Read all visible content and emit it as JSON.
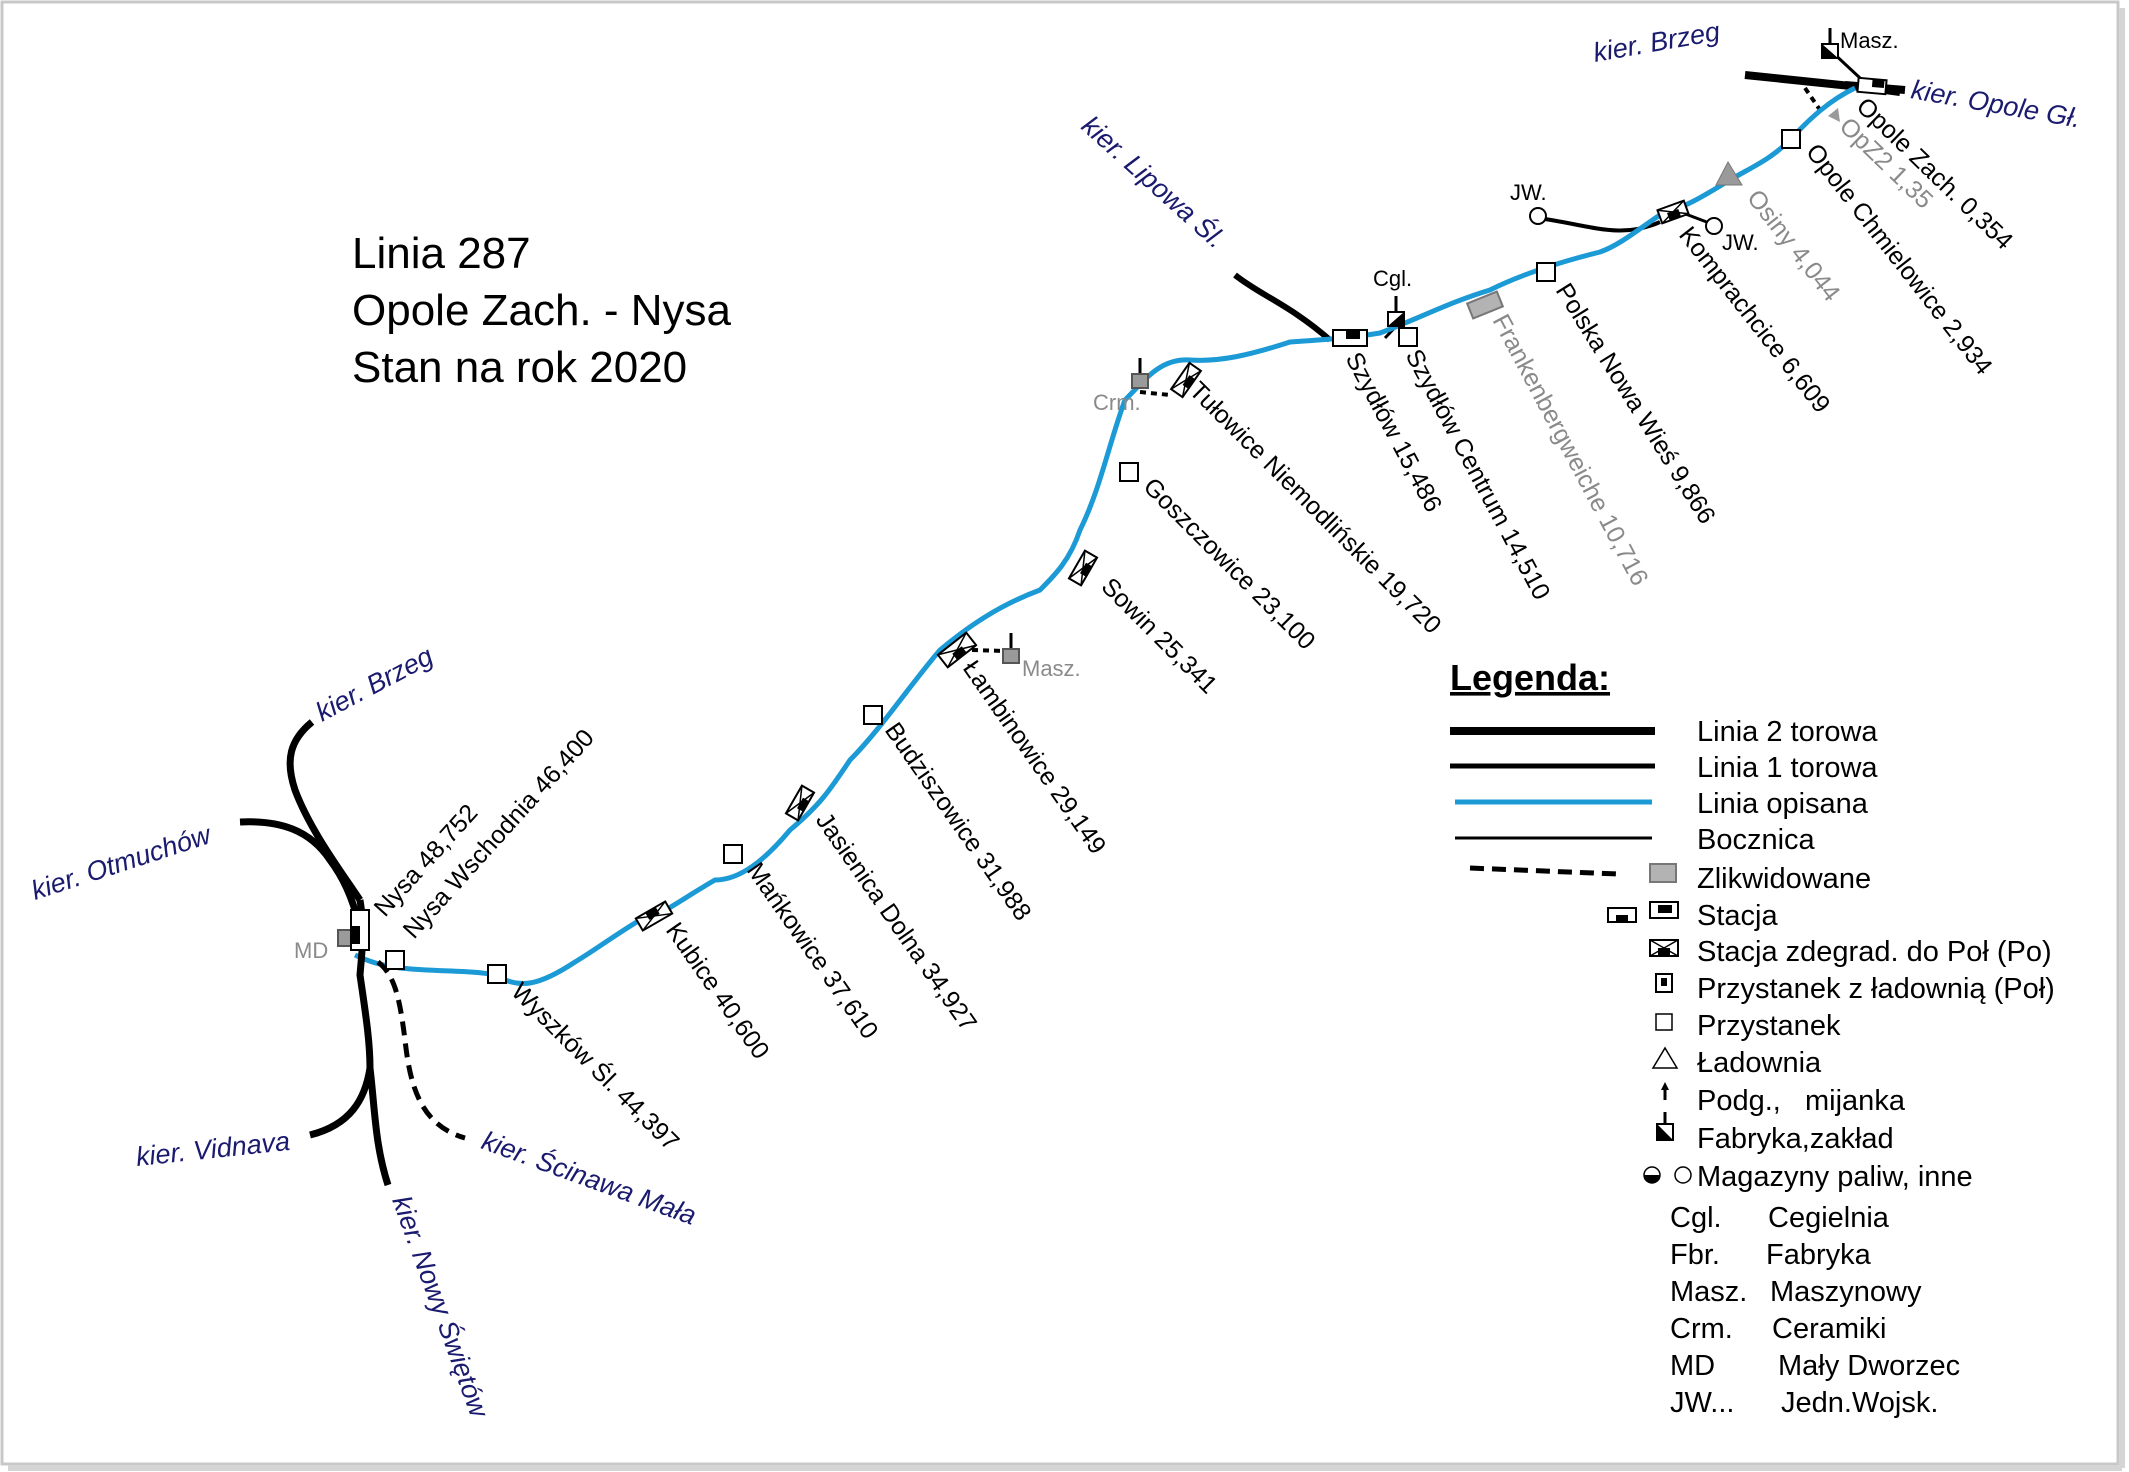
{
  "title": {
    "line1": "Linia 287",
    "line2": "Opole Zach. - Nysa",
    "line3": "Stan na rok 2020"
  },
  "colors": {
    "described_line": "#1b9ad6",
    "track": "#000000",
    "liquidated": "#b3b3b3",
    "direction_text": "#1a1a6e",
    "liquidated_text": "#8a8a8a"
  },
  "directions": {
    "brzeg_top": "kier. Brzeg",
    "opole_gl": "kier. Opole Gł.",
    "lipowa": "kier. Lipowa Śl.",
    "brzeg_bottom": "kier. Brzeg",
    "otmuchow": "kier. Otmuchów",
    "vidnava": "kier. Vidnava",
    "scinawa": "kier. Ścinawa Mała",
    "nowy_swietow": "kier. Nowy Świętów"
  },
  "stations": [
    {
      "id": "opole-zach",
      "label": "Opole Zach. 0,354",
      "type": "stacja"
    },
    {
      "id": "opz2",
      "label": "OpZ2 1,35",
      "type": "posterunek-zlikwidowany"
    },
    {
      "id": "opole-chmielowice",
      "label": "Opole Chmielowice 2,934",
      "type": "przystanek"
    },
    {
      "id": "osiny",
      "label": "Osiny 4,044",
      "type": "ladownia-zlikwidowana"
    },
    {
      "id": "komprachcice",
      "label": "Komprachcice 6,609",
      "type": "stacja-zdegradowana"
    },
    {
      "id": "polska-nowa-wies",
      "label": "Polska Nowa Wieś 9,866",
      "type": "przystanek"
    },
    {
      "id": "frankenbergweiche",
      "label": "Frankenbergweiche 10,716",
      "type": "zlikwidowane"
    },
    {
      "id": "szydlow-centrum",
      "label": "Szydłów Centrum 14,510",
      "type": "przystanek"
    },
    {
      "id": "szydlow",
      "label": "Szydłów 15,486",
      "type": "stacja"
    },
    {
      "id": "tulowice",
      "label": "Tułowice Niemodlińskie 19,720",
      "type": "stacja-zdegradowana"
    },
    {
      "id": "goszczowice",
      "label": "Goszczowice 23,100",
      "type": "przystanek"
    },
    {
      "id": "sowin",
      "label": "Sowin 25,341",
      "type": "stacja-zdegradowana"
    },
    {
      "id": "lambinowice",
      "label": "Łambinowice 29,149",
      "type": "stacja-zdegradowana"
    },
    {
      "id": "budziszowice",
      "label": "Budziszowice 31,988",
      "type": "przystanek"
    },
    {
      "id": "jasienica",
      "label": "Jasienica Dolna 34,927",
      "type": "stacja-zdegradowana"
    },
    {
      "id": "mankowice",
      "label": "Mańkowice 37,610",
      "type": "przystanek"
    },
    {
      "id": "kubice",
      "label": "Kubice 40,600",
      "type": "stacja-zdegradowana"
    },
    {
      "id": "wyszkow",
      "label": "Wyszków Śl. 44,397",
      "type": "przystanek"
    },
    {
      "id": "nysa-wschodnia",
      "label": "Nysa Wschodnia 46,400",
      "type": "przystanek"
    },
    {
      "id": "nysa",
      "label": "Nysa 48,752",
      "type": "stacja"
    }
  ],
  "sidings": {
    "masz_top": "Masz.",
    "jw_left": "JW.",
    "jw_right": "JW.",
    "cgl": "Cgl.",
    "crm": "Crm.",
    "masz_mid": "Masz.",
    "md": "MD"
  },
  "legend": {
    "title": "Legenda:",
    "items": [
      {
        "symbol": "line-double",
        "label": "Linia 2 torowa"
      },
      {
        "symbol": "line-single",
        "label": "Linia 1 torowa"
      },
      {
        "symbol": "line-described",
        "label": "Linia opisana"
      },
      {
        "symbol": "line-siding",
        "label": "Bocznica"
      },
      {
        "symbol": "line-dashed",
        "label": ""
      },
      {
        "symbol": "liquidated-box",
        "label": "Zlikwidowane"
      },
      {
        "symbol": "station",
        "label": "Stacja"
      },
      {
        "symbol": "station-degraded",
        "label": "Stacja zdegrad. do Poł (Po)"
      },
      {
        "symbol": "stop-loading",
        "label": "Przystanek z ładownią (Poł)"
      },
      {
        "symbol": "stop",
        "label": "Przystanek"
      },
      {
        "symbol": "loading",
        "label": "Ładownia"
      },
      {
        "symbol": "signal",
        "label": "Podg.,   mijanka"
      },
      {
        "symbol": "factory",
        "label": "Fabryka,zakład"
      },
      {
        "symbol": "fuel",
        "label": "Magazyny paliw, inne"
      }
    ],
    "abbreviations": [
      {
        "abbr": "Cgl.",
        "meaning": "Cegielnia"
      },
      {
        "abbr": "Fbr.",
        "meaning": "Fabryka"
      },
      {
        "abbr": "Masz.",
        "meaning": "Maszynowy"
      },
      {
        "abbr": "Crm.",
        "meaning": "Ceramiki"
      },
      {
        "abbr": "MD",
        "meaning": "Mały Dworzec"
      },
      {
        "abbr": "JW...",
        "meaning": "Jedn.Wojsk."
      }
    ]
  }
}
